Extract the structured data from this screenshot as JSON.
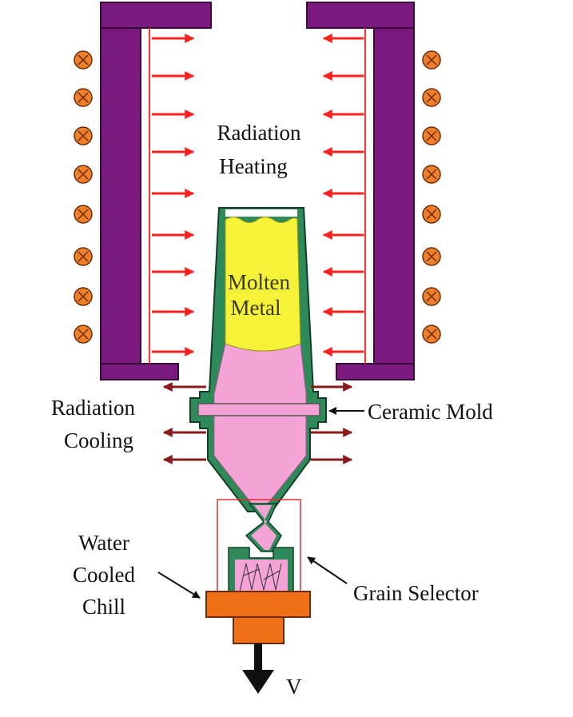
{
  "labels": {
    "radiation_heating_line1": "Radiation",
    "radiation_heating_line2": "Heating",
    "molten_metal_line1": "Molten",
    "molten_metal_line2": "Metal",
    "radiation_cooling_line1": "Radiation",
    "radiation_cooling_line2": "Cooling",
    "ceramic_mold": "Ceramic Mold",
    "water_chill_line1": "Water",
    "water_chill_line2": "Cooled",
    "water_chill_line3": "Chill",
    "grain_selector": "Grain Selector",
    "velocity": "V"
  },
  "colors": {
    "furnace_wall": "#7b1a7e",
    "coil": "#f07f2a",
    "heating_arrow": "#ff2020",
    "cooling_arrow": "#8b1a1a",
    "mold_shell": "#2f8a5a",
    "molten_metal": "#f6f23a",
    "solid_metal": "#f4a3d6",
    "chill": "#f07018",
    "selector_box": "#e03030"
  },
  "icons": {
    "induction_coil": "circle-cross-icon",
    "heat_flow": "arrow-icon",
    "withdrawal": "down-arrow-icon"
  }
}
